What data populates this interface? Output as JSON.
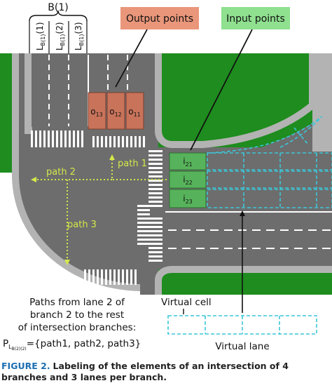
{
  "branch_label": "B(1)",
  "lane_labels": [
    {
      "main": "L",
      "sub": "B(1)",
      "arg": "(1)"
    },
    {
      "main": "L",
      "sub": "B(1)",
      "arg": "(2)"
    },
    {
      "main": "L",
      "sub": "B(1)",
      "arg": "(3)"
    }
  ],
  "output_points": {
    "label": "Output points",
    "cells": [
      {
        "main": "o",
        "sub": "13"
      },
      {
        "main": "o",
        "sub": "12"
      },
      {
        "main": "o",
        "sub": "11"
      }
    ]
  },
  "input_points": {
    "label": "Input points",
    "cells": [
      {
        "main": "i",
        "sub": "21"
      },
      {
        "main": "i",
        "sub": "22"
      },
      {
        "main": "i",
        "sub": "23"
      }
    ]
  },
  "paths": [
    "path 1",
    "path 2",
    "path 3"
  ],
  "paths_text": {
    "lines": [
      "Paths from lane 2 of",
      "branch 2 to the rest",
      "of intersection branches:"
    ],
    "formula": {
      "main": "P",
      "sub1": "L",
      "sub2": "B(2)(2)",
      "rhs": "={path1, path2, path3}"
    }
  },
  "virtual_cell_label": "Virtual cell",
  "virtual_lane_label": "Virtual lane",
  "caption": {
    "figure": "FIGURE 2.",
    "text": "Labeling of the elements of an intersection of 4 branches and 3 lanes per branch."
  },
  "colors": {
    "grass": "#1e8c1e",
    "road": "#6d6d6d",
    "curb": "#b3b3b3",
    "output_fill": "#c8735a",
    "input_fill": "#57b35b",
    "virtual_dash": "#3cc6d8",
    "path_arrow": "#d4e84a",
    "output_label_bg": "#e9967a",
    "input_label_bg": "#8fe08f",
    "caption_accent": "#1b6fb3"
  }
}
